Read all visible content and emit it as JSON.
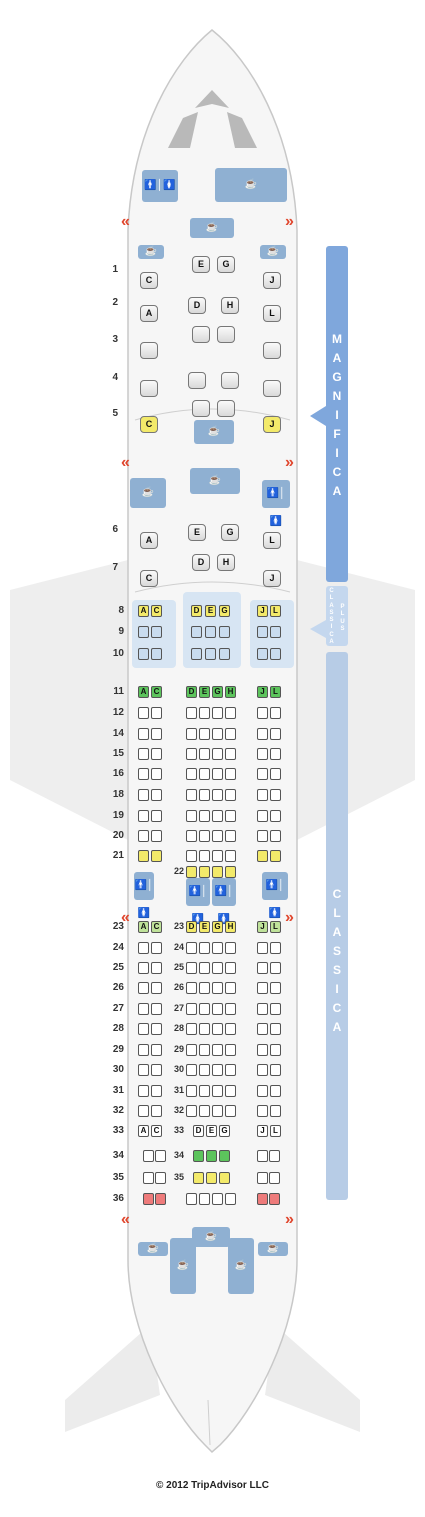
{
  "colors": {
    "magnifica": "#7fa7dc",
    "classica_plus": "#c4d7ee",
    "classica": "#b7cce6",
    "facility": "#8fb0d2",
    "exit": "#e0452c",
    "seat_green": "#5cc45c",
    "seat_yellow": "#f3ea6a",
    "seat_red": "#ee7b7b",
    "seat_blue": "#c9dcef"
  },
  "cabins": [
    {
      "name": "MAGNIFICA",
      "letters": [
        "M",
        "A",
        "G",
        "N",
        "I",
        "F",
        "I",
        "C",
        "A"
      ]
    },
    {
      "name": "CLASSICA PLUS",
      "letters_a": [
        "C",
        "L",
        "A",
        "S",
        "S",
        "I",
        "C",
        "A"
      ],
      "letters_b": [
        "P",
        "L",
        "U",
        "S"
      ]
    },
    {
      "name": "CLASSICA",
      "letters": [
        "C",
        "L",
        "A",
        "S",
        "S",
        "I",
        "C",
        "A"
      ]
    }
  ],
  "business_rows": [
    {
      "num": "1",
      "seats": {
        "left": [
          "C"
        ],
        "center": [
          "E",
          "G"
        ],
        "right": [
          "J"
        ]
      },
      "center_labeled": true
    },
    {
      "num": "2",
      "seats": {
        "left": [
          "A"
        ],
        "center": [
          "D",
          "H"
        ],
        "right": [
          "L"
        ]
      },
      "center_labeled": true
    },
    {
      "num": "3",
      "seats": {
        "left": [
          ""
        ],
        "center": [
          "",
          ""
        ],
        "right": [
          ""
        ]
      }
    },
    {
      "num": "4",
      "seats": {
        "left": [
          ""
        ],
        "center": [
          "",
          ""
        ],
        "right": [
          ""
        ]
      }
    },
    {
      "num": "5",
      "seats": {
        "left": [
          "C"
        ],
        "center": [
          "",
          ""
        ],
        "right": [
          "J"
        ]
      },
      "highlight_sides": true
    },
    {
      "num": "6",
      "seats": {
        "left": [
          "A"
        ],
        "center": [
          "E",
          "G"
        ],
        "right": [
          "L"
        ]
      },
      "center_labeled": true
    },
    {
      "num": "7",
      "seats": {
        "left": [
          "C"
        ],
        "center": [
          "D",
          "H"
        ],
        "right": [
          "J"
        ]
      },
      "center_labeled": true
    }
  ],
  "plus_rows": [
    {
      "num": "8",
      "left": [
        "A",
        "C"
      ],
      "center": [
        "D",
        "E",
        "G"
      ],
      "right": [
        "J",
        "L"
      ]
    },
    {
      "num": "9",
      "left": [
        "",
        ""
      ],
      "center": [
        "",
        "",
        ""
      ],
      "right": [
        "",
        ""
      ]
    },
    {
      "num": "10",
      "left": [
        "",
        ""
      ],
      "center": [
        "",
        "",
        ""
      ],
      "right": [
        "",
        ""
      ]
    }
  ],
  "economy_rows": [
    {
      "num": "11",
      "left": [
        "A",
        "C"
      ],
      "center": [
        "D",
        "E",
        "G",
        "H"
      ],
      "right": [
        "J",
        "L"
      ],
      "style": "green"
    },
    {
      "num": "12"
    },
    {
      "num": "14"
    },
    {
      "num": "15"
    },
    {
      "num": "16"
    },
    {
      "num": "18"
    },
    {
      "num": "19"
    },
    {
      "num": "20"
    },
    {
      "num": "21",
      "style_sides": "yellow"
    },
    {
      "num": "22",
      "style_center": "yellow",
      "center_only": true
    },
    {
      "num": "23",
      "left": [
        "A",
        "C"
      ],
      "center": [
        "D",
        "E",
        "G",
        "H"
      ],
      "right": [
        "J",
        "L"
      ]
    },
    {
      "num": "24"
    },
    {
      "num": "25"
    },
    {
      "num": "26"
    },
    {
      "num": "27"
    },
    {
      "num": "28"
    },
    {
      "num": "29"
    },
    {
      "num": "30"
    },
    {
      "num": "31"
    },
    {
      "num": "32"
    },
    {
      "num": "33",
      "left": [
        "A",
        "C"
      ],
      "center": [
        "D",
        "E",
        "G"
      ],
      "right": [
        "J",
        "L"
      ]
    },
    {
      "num": "34"
    },
    {
      "num": "35"
    },
    {
      "num": "36"
    }
  ],
  "copyright": "© 2012 TripAdvisor LLC"
}
